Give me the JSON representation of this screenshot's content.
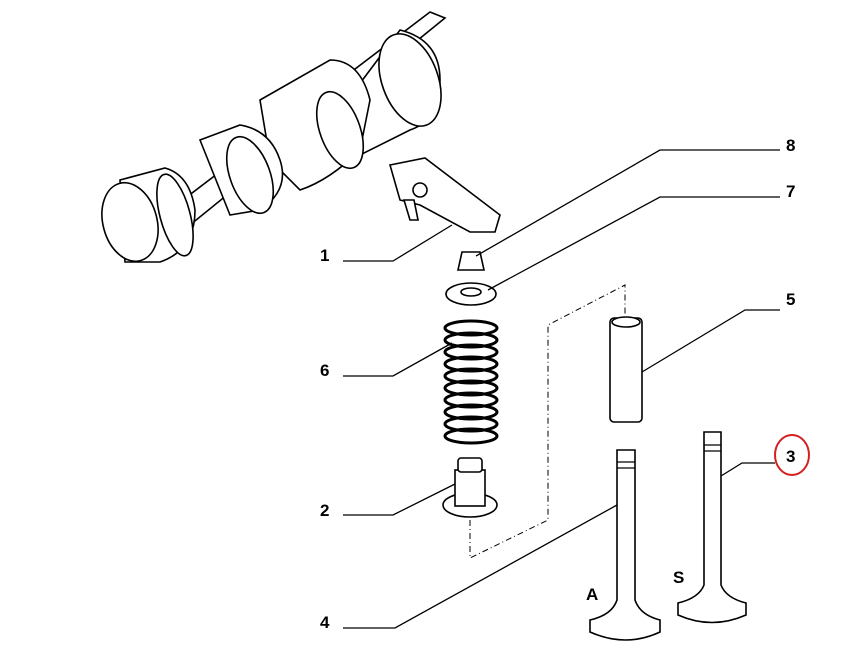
{
  "diagram": {
    "title": "Valve train exploded view",
    "callouts": [
      {
        "id": "1",
        "label": "1"
      },
      {
        "id": "2",
        "label": "2"
      },
      {
        "id": "3",
        "label": "3",
        "highlighted": true
      },
      {
        "id": "4",
        "label": "4"
      },
      {
        "id": "5",
        "label": "5"
      },
      {
        "id": "6",
        "label": "6"
      },
      {
        "id": "7",
        "label": "7"
      },
      {
        "id": "8",
        "label": "8"
      }
    ],
    "valve_labels": {
      "intake": "A",
      "exhaust": "S"
    },
    "highlight_color": "#d42020"
  }
}
